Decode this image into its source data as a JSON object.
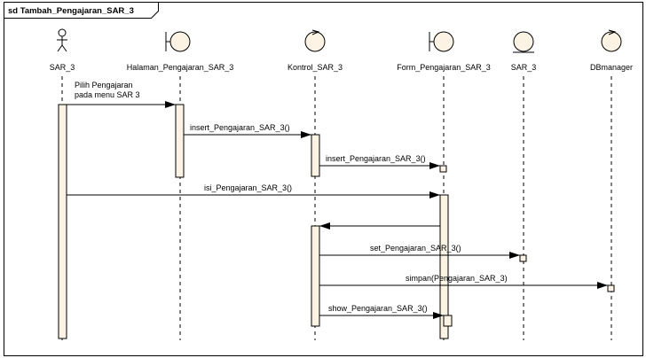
{
  "frame": {
    "title": "sd Tambah_Pengajaran_SAR_3"
  },
  "lifelines": [
    {
      "id": "actor",
      "kind": "actor",
      "label": "SAR_3"
    },
    {
      "id": "halaman",
      "kind": "boundary",
      "label": "Halaman_Pengajaran_SAR_3"
    },
    {
      "id": "kontrol",
      "kind": "control",
      "label": "Kontrol_SAR_3"
    },
    {
      "id": "form",
      "kind": "boundary",
      "label": "Form_Pengajaran_SAR_3"
    },
    {
      "id": "sar3",
      "kind": "entity",
      "label": "SAR_3"
    },
    {
      "id": "db",
      "kind": "control",
      "label": "DBmanager"
    }
  ],
  "messages": [
    {
      "from": "actor",
      "to": "halaman",
      "lines": [
        "Pilih Pengajaran",
        "pada menu SAR 3"
      ]
    },
    {
      "from": "halaman",
      "to": "kontrol",
      "lines": [
        "insert_Pengajaran_SAR_3()"
      ]
    },
    {
      "from": "kontrol",
      "to": "form",
      "lines": [
        "insert_Pengajaran_SAR_3()"
      ]
    },
    {
      "from": "actor",
      "to": "form",
      "lines": [
        "isi_Pengajaran_SAR_3()"
      ]
    },
    {
      "from": "form",
      "to": "kontrol",
      "lines": []
    },
    {
      "from": "kontrol",
      "to": "sar3",
      "lines": [
        "set_Pengajaran_SAR_3()"
      ]
    },
    {
      "from": "kontrol",
      "to": "db",
      "lines": [
        "simpan(Pengajaran_SAR_3)"
      ]
    },
    {
      "from": "kontrol",
      "to": "form",
      "lines": [
        "show_Pengajaran_SAR_3()"
      ]
    }
  ],
  "colors": {
    "fill": "#fdf3e4",
    "stroke": "#000000",
    "background": "#ffffff"
  }
}
